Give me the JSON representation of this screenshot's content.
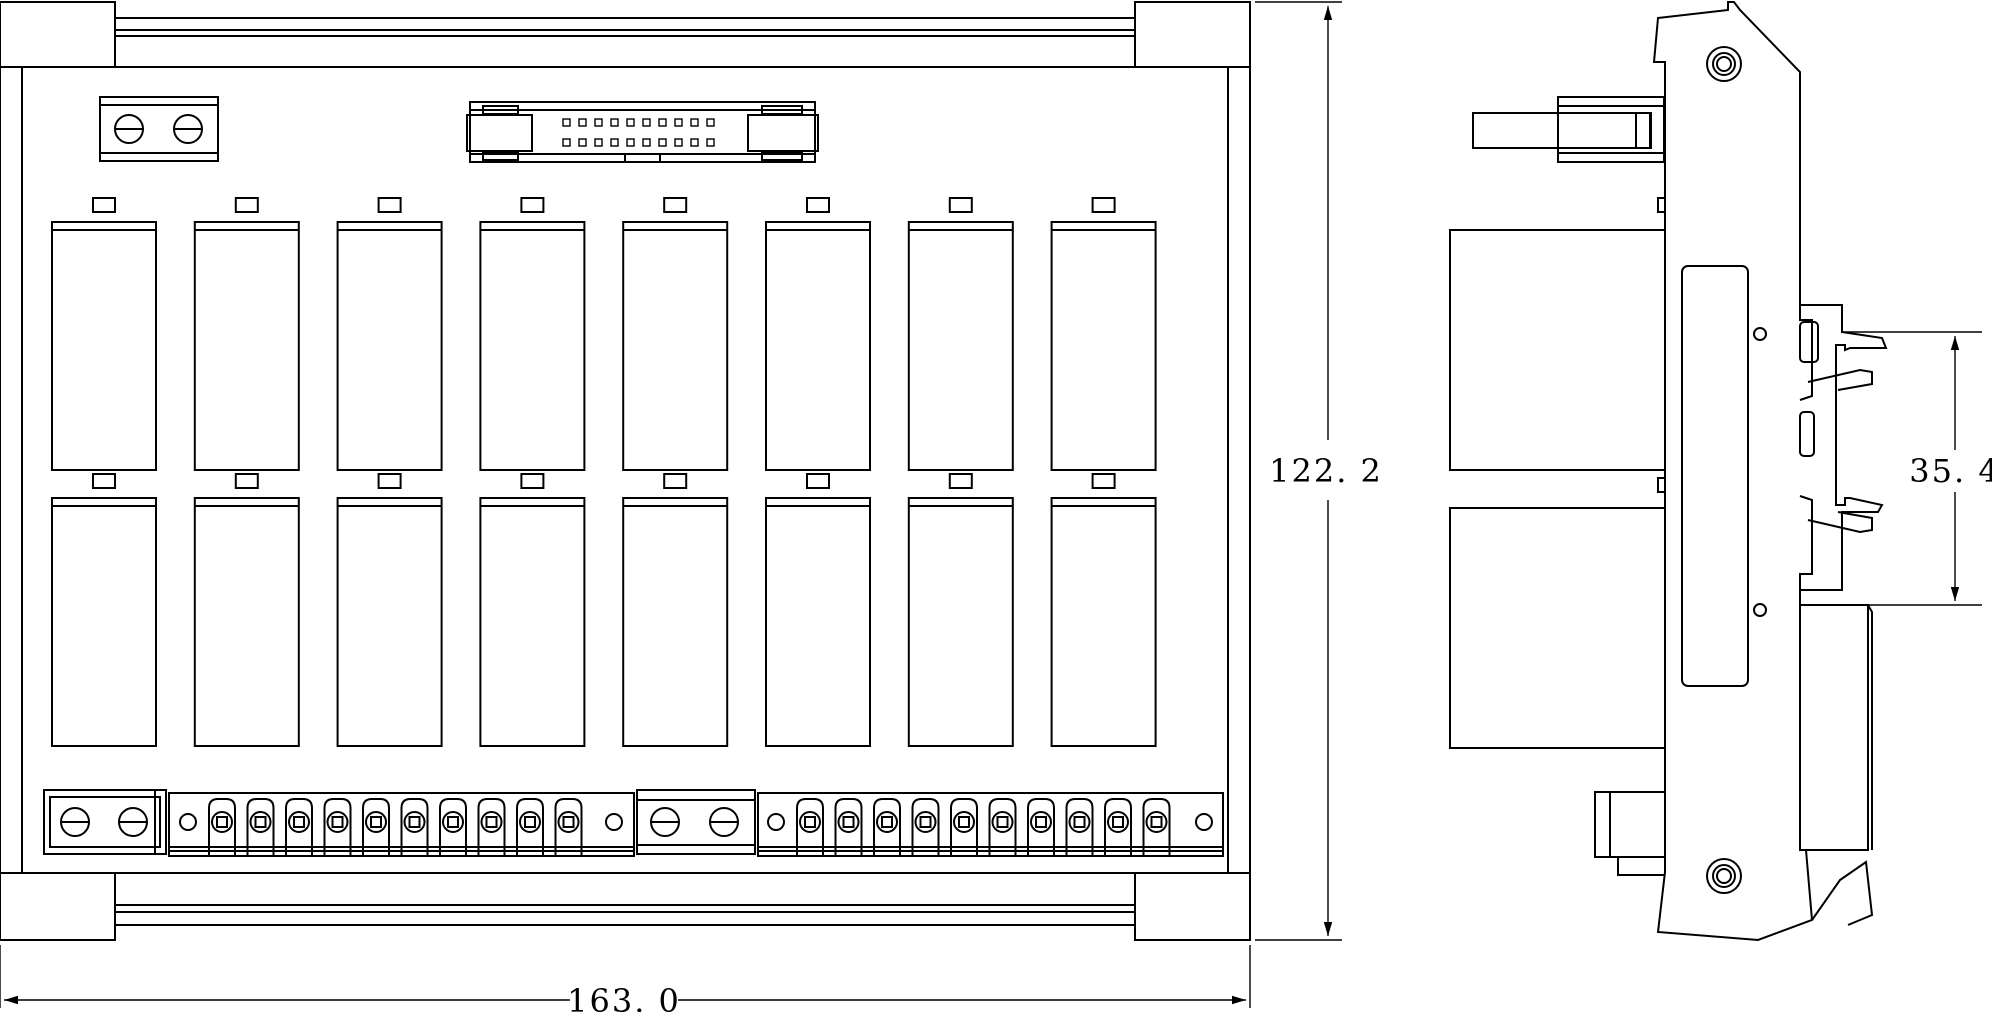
{
  "dimensions": {
    "width": "163. 0",
    "height": "122. 2",
    "rail_pitch": "35. 4"
  },
  "front_view": {
    "relay_count": 16,
    "relay_columns": 8,
    "relay_rows": 2,
    "terminal_groups": 2,
    "terminals_per_group": 10
  },
  "icons": {
    "screw": "slotted-screw-icon",
    "mount_hole": "mounting-hole-icon"
  },
  "colors": {
    "line": "#000000",
    "background": "#ffffff"
  }
}
